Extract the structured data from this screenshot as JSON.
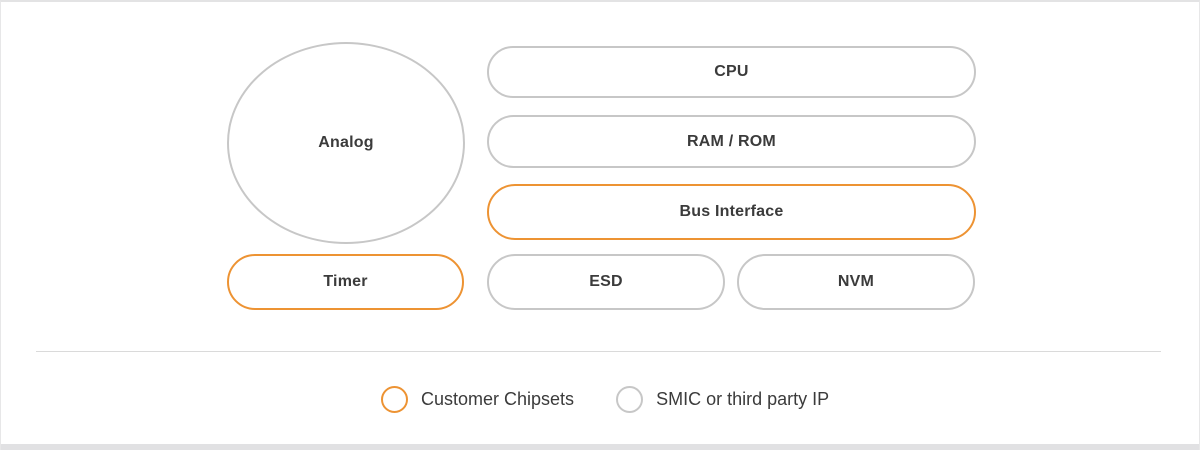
{
  "diagram": {
    "nodes": {
      "analog": {
        "label": "Analog",
        "category": "smic",
        "shape": "ellipse"
      },
      "cpu": {
        "label": "CPU",
        "category": "smic",
        "shape": "pill"
      },
      "ram_rom": {
        "label": "RAM / ROM",
        "category": "smic",
        "shape": "pill"
      },
      "bus_interface": {
        "label": "Bus Interface",
        "category": "customer",
        "shape": "pill"
      },
      "timer": {
        "label": "Timer",
        "category": "customer",
        "shape": "pill"
      },
      "esd": {
        "label": "ESD",
        "category": "smic",
        "shape": "pill"
      },
      "nvm": {
        "label": "NVM",
        "category": "smic",
        "shape": "pill"
      }
    }
  },
  "legend": {
    "customer": {
      "label": "Customer Chipsets"
    },
    "smic": {
      "label": "SMIC or third party IP"
    }
  },
  "colors": {
    "customer_accent": "#ED9333",
    "neutral_border": "#C7C7C7",
    "text": "#3B3B3B",
    "divider": "#DADADA",
    "bottom_bar": "#E1E1E3"
  }
}
